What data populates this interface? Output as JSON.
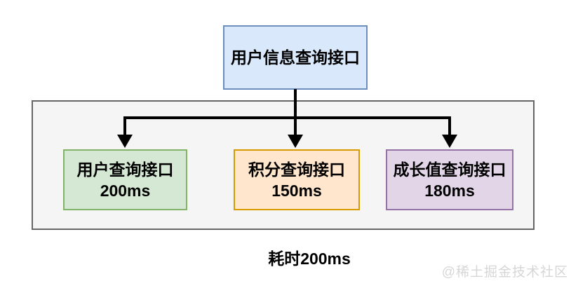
{
  "diagram": {
    "root_node": {
      "label": "用户信息查询接口"
    },
    "child_nodes": [
      {
        "label": "用户查询接口",
        "latency": "200ms"
      },
      {
        "label": "积分查询接口",
        "latency": "150ms"
      },
      {
        "label": "成长值查询接口",
        "latency": "180ms"
      }
    ],
    "caption": "耗时200ms",
    "watermark": "@稀土掘金技术社区",
    "colors": {
      "root_fill": "#dae8fc",
      "root_border": "#6c8ebf",
      "child_fills": [
        "#d5e8d4",
        "#ffe6cc",
        "#e1d5e7"
      ],
      "child_borders": [
        "#82b366",
        "#d79b00",
        "#9673a6"
      ],
      "container_fill": "#f5f5f5",
      "container_border": "#666666",
      "connector": "#000000",
      "watermark_color": "#d6d6d6"
    }
  }
}
